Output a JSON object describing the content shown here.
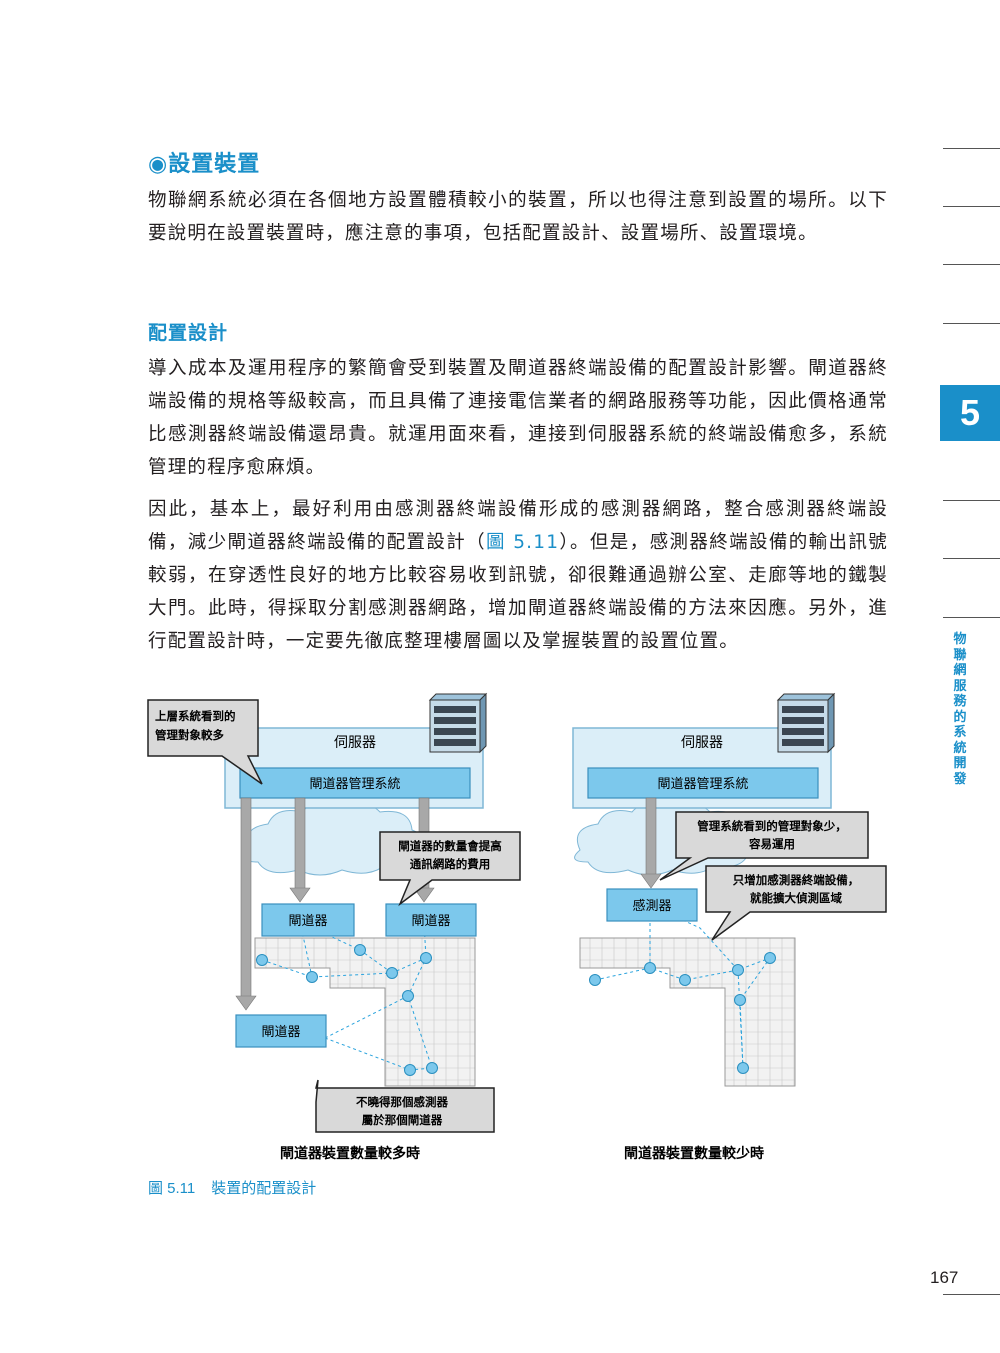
{
  "section": {
    "title": "◉設置裝置"
  },
  "intro": "物聯網系統必須在各個地方設置體積較小的裝置，所以也得注意到設置的場所。以下要說明在設置裝置時，應注意的事項，包括配置設計、設置場所、設置環境。",
  "subsection": {
    "title": "配置設計"
  },
  "para1": "導入成本及運用程序的繁簡會受到裝置及閘道器終端設備的配置設計影響。閘道器終端設備的規格等級較高，而且具備了連接電信業者的網路服務等功能，因此價格通常比感測器終端設備還昂貴。就運用面來看，連接到伺服器系統的終端設備愈多，系統管理的程序愈麻煩。",
  "para2": {
    "before": "因此，基本上，最好利用由感測器終端設備形成的感測器網路，整合感測器終端設備，減少閘道器終端設備的配置設計（",
    "ref": "圖 5.11",
    "after": "）。但是，感測器終端設備的輸出訊號較弱，在穿透性良好的地方比較容易收到訊號，卻很難通過辦公室、走廊等地的鐵製大門。此時，得採取分割感測器網路，增加閘道器終端設備的方法來因應。另外，進行配置設計時，一定要先徹底整理樓層圖以及掌握裝置的設置位置。"
  },
  "figure": {
    "left": {
      "server": "伺服器",
      "mgmt": "閘道器管理系統",
      "gateway": "閘道器",
      "callout_top_1": "上層系統看到的",
      "callout_top_2": "管理對象較多",
      "callout_cost_1": "閘道器的數量會提高",
      "callout_cost_2": "通訊網路的費用",
      "callout_bottom_1": "不曉得那個感測器",
      "callout_bottom_2": "屬於那個閘道器",
      "subcaption": "閘道器裝置數量較多時"
    },
    "right": {
      "server": "伺服器",
      "mgmt": "閘道器管理系統",
      "sensor": "感測器",
      "callout_mgmt_1": "管理系統看到的管理對象少，",
      "callout_mgmt_2": "容易運用",
      "callout_sensor_1": "只增加感測器終端設備，",
      "callout_sensor_2": "就能擴大偵測區域",
      "subcaption": "閘道器裝置數量較少時"
    },
    "caption_number": "圖 5.11",
    "caption_text": "裝置的配置設計"
  },
  "chapter_number": "5",
  "side_title": "物聯網服務的系統開發",
  "page_number": "167",
  "colors": {
    "accent": "#1a8fc9",
    "box_fill": "#7cc8ec",
    "cloud_fill": "#dbeef8",
    "callout_fill": "#d9d9d9"
  }
}
